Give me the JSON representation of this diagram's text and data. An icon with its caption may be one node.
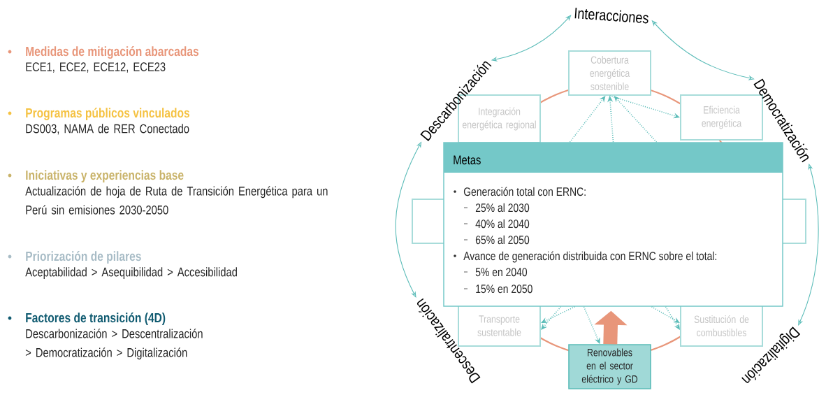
{
  "diagram": {
    "nodes": [
      {
        "text": [
          "Cobertura energética sostenible"
        ]
      },
      {
        "text": [
          "Integración energética regional"
        ]
      },
      {
        "text": [
          "Eficiencia energética"
        ]
      },
      {
        "text": [],
        "shape": "box"
      },
      {
        "text": [],
        "shape": "box"
      },
      {
        "text": [
          "Transporte sustentable"
        ]
      },
      {
        "text": [
          "Sustitución de combustibles"
        ]
      },
      {
        "text": [
          "Renovables en el sector eléctrico y GD"
        ]
      },
      {
        "text": [
          "Metas",
          "Generación total con ERNC:",
          "25% al 2030",
          "40% al 2040",
          "65% al 2050",
          "Avance de generación distribuida con ERNC sobre el total:",
          "5% en 2040",
          "15% en 2050"
        ]
      },
      {
        "text": [
          "Interacciones"
        ]
      },
      {
        "text": [
          "Descarbonización"
        ]
      },
      {
        "text": [
          "Democratización"
        ]
      },
      {
        "text": [
          "Descentralización"
        ]
      },
      {
        "text": [
          "Digitalización"
        ]
      }
    ],
    "edges": [
      {
        "from": 9,
        "to": 10,
        "arrow": "both"
      },
      {
        "from": 9,
        "to": 11,
        "arrow": "both"
      },
      {
        "from": 10,
        "to": 12,
        "arrow": "both"
      },
      {
        "from": 11,
        "to": 13,
        "arrow": "both"
      },
      {
        "from": 8,
        "to": 0,
        "arrow": "to",
        "style": "dashed"
      },
      {
        "from": 8,
        "to": 0,
        "arrow": "to",
        "style": "dashed"
      },
      {
        "from": 8,
        "to": 0,
        "arrow": "to",
        "style": "dashed"
      },
      {
        "from": 0,
        "to": 2,
        "arrow": "to",
        "style": "dashed"
      },
      {
        "from": 8,
        "to": 5,
        "arrow": "to",
        "style": "dashed"
      },
      {
        "from": 8,
        "to": 5,
        "arrow": "to",
        "style": "dashed"
      },
      {
        "from": 8,
        "to": 6,
        "arrow": "to",
        "style": "dashed"
      },
      {
        "from": 8,
        "to": 6,
        "arrow": "to",
        "style": "dashed"
      },
      {
        "from": 8,
        "to": 7,
        "arrow": "to",
        "style": "dashed"
      },
      {
        "from": 7,
        "to": 8,
        "arrow": "to",
        "style": "thick",
        "color": "#e8967a"
      }
    ],
    "labels": [
      "Medidas de mitigación abarcadas",
      "ECE1, ECE2, ECE12, ECE23",
      "Programas públicos vinculados",
      "DS003, NAMA de RER Conectado",
      "Iniciativas y experiencias base",
      "Actualización de hoja de Ruta de Transición Energética para un Perú sin emisiones 2030-2050",
      "Priorización de pilares",
      "Aceptabilidad > Asequibilidad > Accesibilidad",
      "Factores de transición (4D)",
      "Descarbonización > Descentralización > Democratización > Digitalización"
    ]
  }
}
